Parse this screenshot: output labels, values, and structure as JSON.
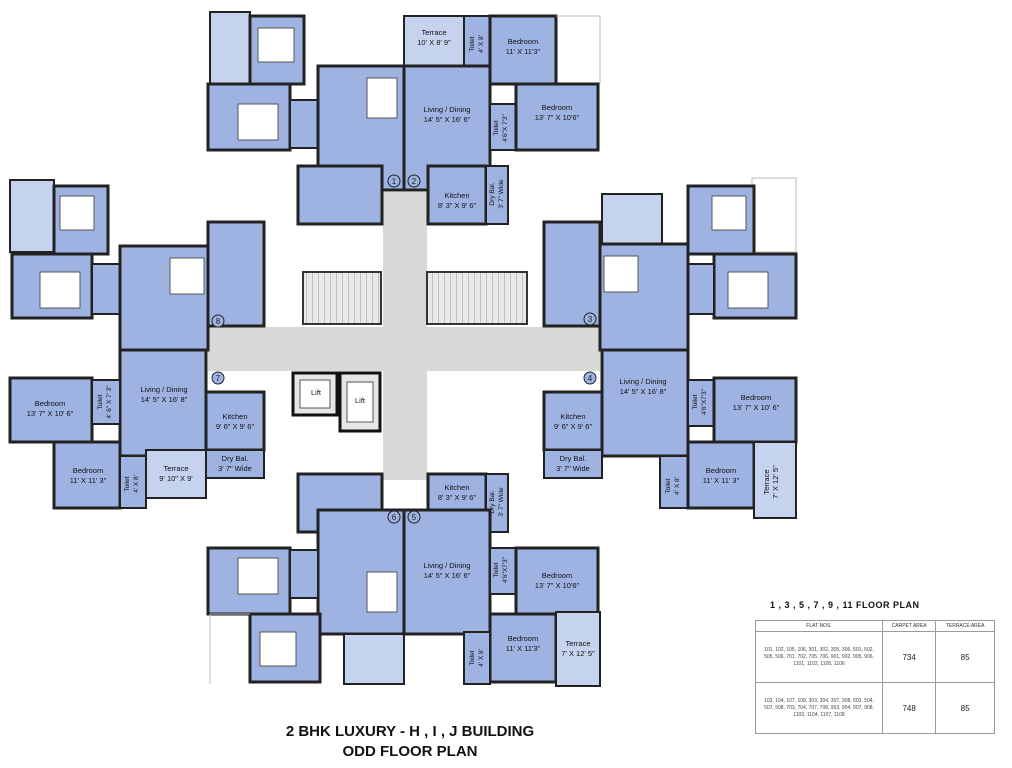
{
  "title_line1": "2  BHK LUXURY - H , I , J BUILDING",
  "title_line2": "ODD FLOOR PLAN",
  "floor_plan_heading": "1 , 3 , 5 , 7 , 9 , 11 FLOOR PLAN",
  "lift_label": "Lift",
  "colors": {
    "room": "#9fb3e2",
    "room_dark": "#8ea4d8",
    "terrace": "#c6d3ef",
    "wall": "#202020",
    "lobby": "#d8d8d6",
    "stair": "#e6e6e4"
  },
  "unit_numbers": [
    "1",
    "2",
    "3",
    "4",
    "5",
    "6",
    "7",
    "8"
  ],
  "room_labels": {
    "u1_terrace": "Terrace",
    "u1_terrace_dim": "10' X 8' 9\"",
    "u1_toilet1": "Toilet",
    "u1_toilet1_dim": "4' X 8'",
    "u1_bed1": "Bedroom",
    "u1_bed1_dim": "11' X 11'3\"",
    "u1_bed2": "Bedroom",
    "u1_bed2_dim": "13' 7\" X 10'6\"",
    "u1_toilet2": "Toilet",
    "u1_toilet2_dim": "4'6\"X 7'3\"",
    "u1_living": "Living / Dining",
    "u1_living_dim": "14' 5\" X 16' 6\"",
    "u1_kitchen": "Kitchen",
    "u1_kitchen_dim": "8' 3\" X 9' 6\"",
    "u1_drybal": "Dry Bal.",
    "u1_drybal_dim": "3' 7\" Wide",
    "u8_bed": "Bedroom",
    "u8_bed_dim": "13' 7\" X 10' 6\"",
    "u8_toilet": "Toilet",
    "u8_toilet_dim": "4' 6\" X 7' 3\"",
    "u8_living": "Living / Dining",
    "u8_living_dim": "14' 5\" X 16' 8\"",
    "u8_kitchen": "Kitchen",
    "u8_kitchen_dim": "9' 6\" X 9' 6\"",
    "u8_drybal": "Dry Bal.",
    "u8_drybal_dim": "3' 7\" Wide",
    "u8_bed2": "Bedroom",
    "u8_bed2_dim": "11' X 11' 3\"",
    "u8_toilet2": "Toilet",
    "u8_toilet2_dim": "4' X 8'",
    "u8_terrace": "Terrace",
    "u8_terrace_dim": "9' 10\" X 9'",
    "u4_living": "Living / Dining",
    "u4_living_dim": "14' 5\" X 16' 8\"",
    "u4_kitchen": "Kitchen",
    "u4_kitchen_dim": "9' 6\" X 9' 6\"",
    "u4_drybal": "Dry Bal.",
    "u4_drybal_dim": "3' 7\" Wide",
    "u4_toilet": "Toilet",
    "u4_toilet_dim": "4'6\"X7'3\"",
    "u4_bed": "Bedroom",
    "u4_bed_dim": "13' 7\" X 10' 6\"",
    "u4_bed2": "Bedroom",
    "u4_bed2_dim": "11' X 11' 3\"",
    "u4_toilet2": "Toilet",
    "u4_toilet2_dim": "4' X 8'",
    "u4_terrace": "Terrace",
    "u4_terrace_dim": "7' X 12' 5\"",
    "u5_kitchen": "Kitchen",
    "u5_kitchen_dim": "8' 3\" X 9' 6\"",
    "u5_drybal": "Dry Bal.",
    "u5_drybal_dim": "3' 7\" Wide",
    "u5_living": "Living / Dining",
    "u5_living_dim": "14' 5\" X 16' 6\"",
    "u5_toilet": "Toilet",
    "u5_toilet_dim": "4'6\"X7'3\"",
    "u5_bed": "Bedroom",
    "u5_bed_dim": "13' 7\" X 10'6\"",
    "u5_bed2": "Bedroom",
    "u5_bed2_dim": "11' X 11'3\"",
    "u5_toilet2": "Toilet",
    "u5_toilet2_dim": "4' X 8'",
    "u5_terrace": "Terrace",
    "u5_terrace_dim": "7' X 12' 5\""
  },
  "area_table": {
    "headers": [
      "FLAT NOS.",
      "CARPET AREA",
      "TERRACE AREA"
    ],
    "rows": [
      {
        "flats": "101, 102, 105, 106, 301, 302, 305, 306, 501, 502, 505, 506, 701, 702, 705, 706, 901, 902, 905, 906, 1101, 1102, 1105, 1106",
        "carpet": "734",
        "terrace": "85"
      },
      {
        "flats": "103, 104, 107, 108, 303, 304, 307, 308, 503, 504, 507, 508, 703, 704, 707, 708, 903, 904, 907, 908, 1103, 1104, 1107, 1108",
        "carpet": "748",
        "terrace": "85"
      }
    ]
  }
}
